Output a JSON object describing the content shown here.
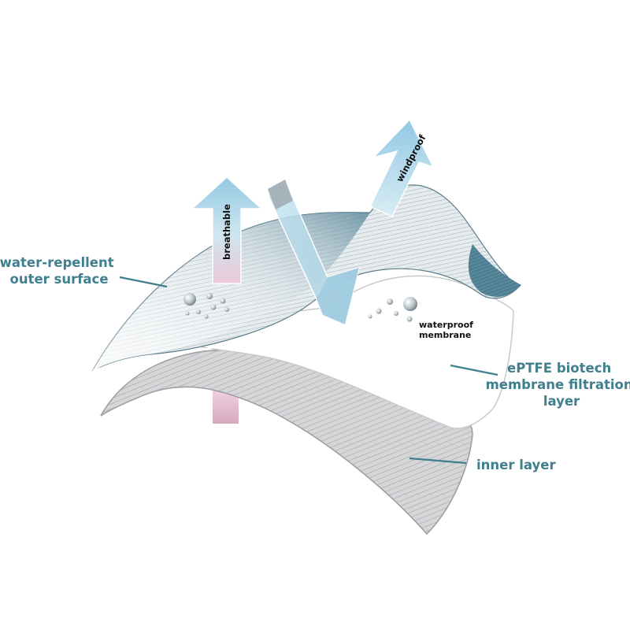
{
  "labels": {
    "outer_surface": [
      "water-repellent",
      "outer surface"
    ],
    "eptfe": [
      "ePTFE biotech",
      "membrane filtration",
      "layer"
    ],
    "inner_layer": "inner layer",
    "waterproof_membrane": [
      "waterproof",
      "membrane"
    ],
    "breathable": "breathable",
    "windproof": "windproof"
  },
  "icons": [
    "breathable-arrow-icon",
    "windproof-arrow-icon",
    "waterproof-zigzag-arrow-icon",
    "water-droplet-icon"
  ],
  "colors": {
    "label": "#3f7f8e",
    "outer_layer": "#4f7f92",
    "arrow_blue": "#9fd0e6",
    "arrow_pink": "#e9c6d6",
    "inner_layer": "#c9cccf",
    "membrane": "#ffffff"
  }
}
